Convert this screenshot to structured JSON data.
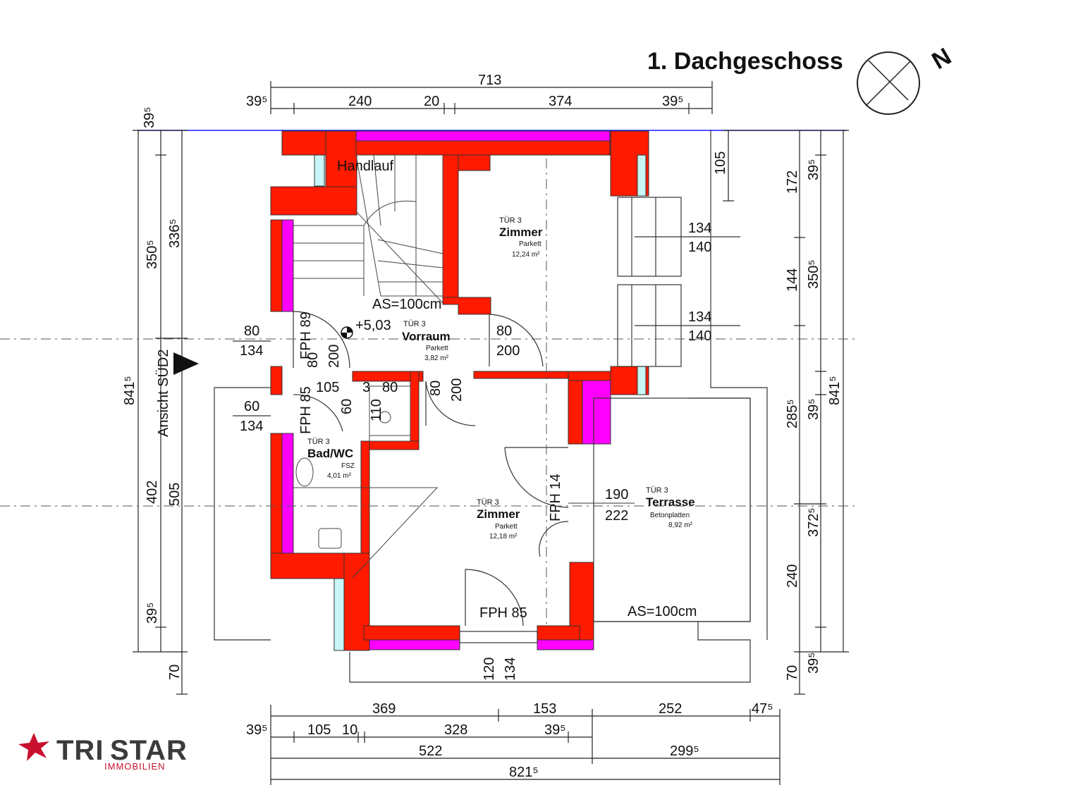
{
  "colors": {
    "wall_red": "#ff1a00",
    "wall_magenta": "#ff00ff",
    "insulation_cyan": "#c8f6f6",
    "line": "#222222",
    "brand_red": "#c8102e",
    "axis_blue": "#1a1aff"
  },
  "title": "1. Dachgeschoss",
  "north_label": "N",
  "compass_icon": "north-arrow-icon",
  "dims_top": {
    "total": "713",
    "left_edge": "39⁵",
    "a": "240",
    "b": "20",
    "c": "374",
    "right_edge": "39⁵"
  },
  "dims_bottom": {
    "r1": [
      "369",
      "153",
      "252",
      "47⁵"
    ],
    "r2": [
      "39⁵",
      "105",
      "10",
      "328",
      "39⁵"
    ],
    "r3": [
      "522",
      "299⁵"
    ],
    "total": "821⁵"
  },
  "dims_left": {
    "top": "39⁵",
    "a": "336⁵",
    "b": "350⁵",
    "c": "841⁵",
    "d": "402",
    "e": "505",
    "f": "39⁵",
    "g": "70"
  },
  "dims_right": {
    "top_a": "105",
    "top_b": "39⁵",
    "a": "172",
    "b": "144",
    "c": "350⁵",
    "d": "285⁵",
    "e": "39⁵",
    "f": "841⁵",
    "g": "372⁵",
    "h": "240",
    "i": "39⁵",
    "j": "70"
  },
  "windows_right": [
    {
      "w": "134",
      "h": "140"
    },
    {
      "w": "134",
      "h": "140"
    }
  ],
  "openings_left": [
    {
      "w": "80",
      "h": "134"
    },
    {
      "w": "60",
      "h": "134"
    }
  ],
  "labels": {
    "handlauf": "Handlauf",
    "as_upper": "AS=100cm",
    "level": "+5,03",
    "ansicht": "Ansicht SÜD2",
    "fph_89": "FPH 89",
    "fph_85_left": "FPH 85",
    "fph_85_bottom": "FPH 85",
    "fph_14": "FPH 14",
    "as_terrace": "AS=100cm",
    "d_80a": "80",
    "d_200a": "200",
    "d_80b": "80",
    "d_200b": "200",
    "d_80c": "80",
    "d_200c": "200",
    "d_105": "105",
    "d_3": "3",
    "d_80d": "80",
    "d_60": "60",
    "d_110": "110",
    "d_190": "190",
    "d_222": "222",
    "d_120": "120",
    "d_134": "134"
  },
  "rooms": [
    {
      "door": "TÜR 3",
      "name": "Zimmer",
      "floor": "Parkett",
      "area": "12,24 m²"
    },
    {
      "door": "TÜR 3",
      "name": "Vorraum",
      "floor": "Parkett",
      "area": "3,82 m²"
    },
    {
      "door": "TÜR 3",
      "name": "Bad/WC",
      "floor": "FSZ",
      "area": "4,01 m²"
    },
    {
      "door": "TÜR 3",
      "name": "Zimmer",
      "floor": "Parkett",
      "area": "12,18 m²"
    },
    {
      "door": "TÜR 3",
      "name": "Terrasse",
      "floor": "Betonplatten",
      "area": "8,92 m²"
    }
  ],
  "logo": {
    "brand_bold": "TRI",
    "brand_light": "STAR",
    "sub": "IMMOBILIEN",
    "icon": "star-logo-icon"
  }
}
